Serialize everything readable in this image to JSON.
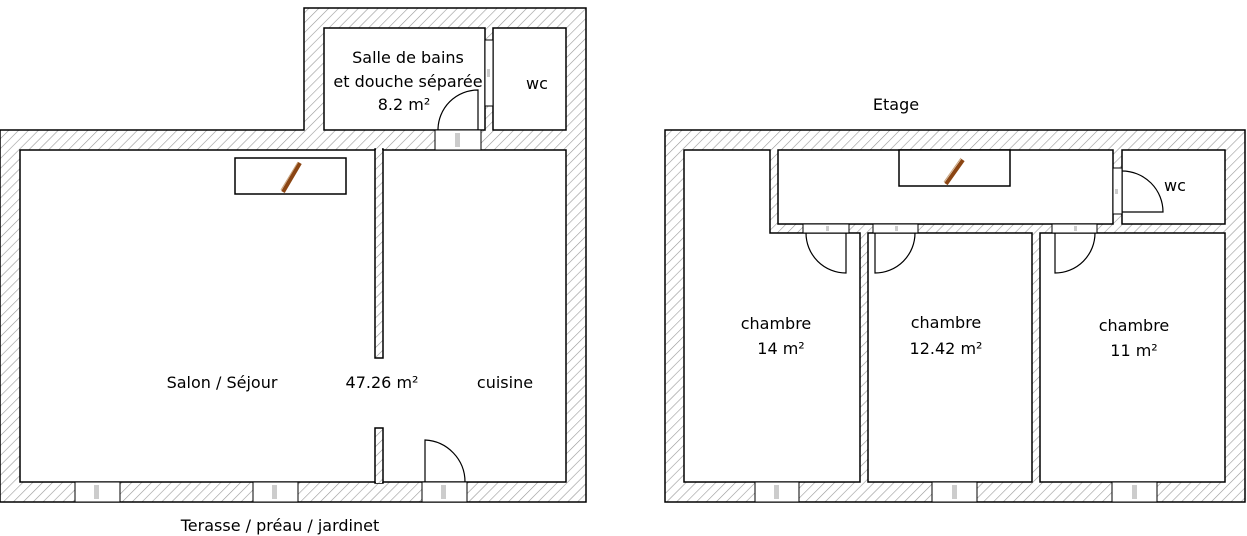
{
  "ground_floor": {
    "bathroom": {
      "line1": "Salle de bains",
      "line2": "et douche séparée",
      "area": "8.2 m²"
    },
    "wc": "wc",
    "living": "Salon / Séjour",
    "living_area": "47.26 m²",
    "kitchen": "cuisine",
    "outside": "Terasse / préau / jardinet"
  },
  "upper_floor": {
    "title": "Etage",
    "wc": "wc",
    "bedrooms": [
      {
        "name": "chambre",
        "area": "14 m²"
      },
      {
        "name": "chambre",
        "area": "12.42 m²"
      },
      {
        "name": "chambre",
        "area": "11 m²"
      }
    ]
  },
  "colors": {
    "wall_hatch": "#999999",
    "stairs": "#8b4513"
  }
}
